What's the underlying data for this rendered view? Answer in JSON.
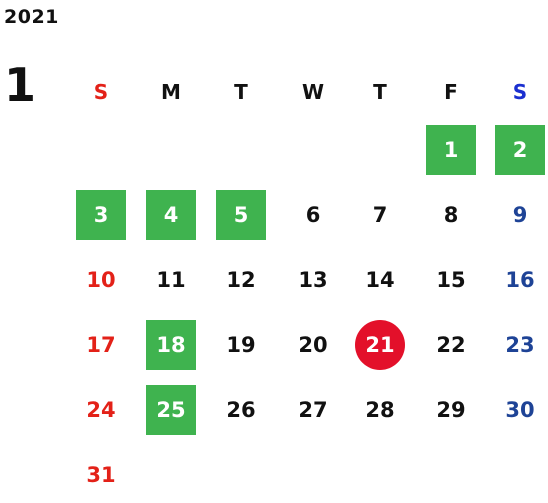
{
  "calendar": {
    "year": "2021",
    "month": "1",
    "weekdays": [
      "S",
      "M",
      "T",
      "W",
      "T",
      "F",
      "S"
    ],
    "start_weekday_index": 5,
    "days_in_month": 31,
    "highlighted_days": [
      1,
      2,
      3,
      4,
      5,
      18,
      25
    ],
    "today": 21
  },
  "colors": {
    "sunday": "#e32118",
    "saturday": "#1e4396",
    "saturday_header": "#1a2fd0",
    "weekday": "#111111",
    "highlight_background": "#3fb34f",
    "today_background": "#e3102a",
    "highlight_text": "#ffffff"
  }
}
